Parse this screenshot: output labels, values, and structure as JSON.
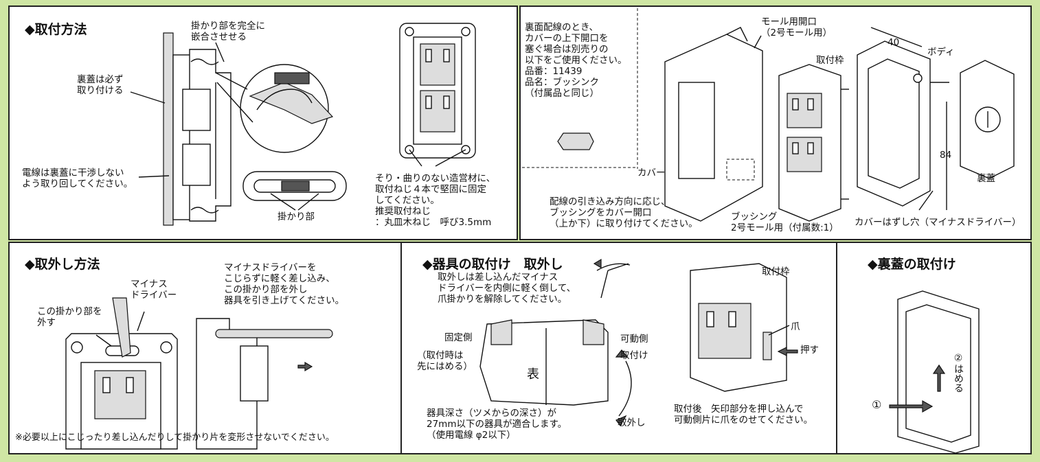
{
  "panels": {
    "mount": {
      "title": "◆取付方法",
      "back_cover_note": "裏蓋は必ず\n取り付ける",
      "hook_fit_note": "掛かり部を完全に\n嵌合させせる",
      "wire_note": "電線は裏蓋に干渉しない\nよう取り回してください。",
      "hook_label": "掛かり部",
      "screw_note": "そり・曲りのない造営材に、\n取付ねじ４本で堅固に固定\nしてください。\n推奨取付ねじ\n：丸皿木ねじ　呼び3.5mm"
    },
    "components": {
      "rear_wiring_note": "裏面配線のとき、\nカバーの上下開口を\n塞ぐ場合は別売りの\n以下をご使用ください。\n品番：11439\n品名：ブッシンク\n（付属品と同じ）",
      "mall_opening": "モール用開口\n（2号モール用）",
      "frame_label": "取付枠",
      "dim_40": "40",
      "body_label": "ボディ",
      "dim_84": "84",
      "back_cover_label": "裏蓋",
      "cover_label": "カバー",
      "bushing_note": "配線の引き込み方向に応じ、\nブッシングをカバー開口\n（上か下）に取り付けてください。",
      "bushing_label": "ブッシング\n2号モール用（付属数:1）",
      "removal_hole": "カバーはずし穴（マイナスドライバー）"
    },
    "removal": {
      "title": "◆取外し方法",
      "driver_label": "マイナス\nドライバー",
      "hook_release": "この掛かり部を\n外す",
      "instruction": "マイナスドライバーを\nこじらずに軽く差し込み、\nこの掛かり部を外し\n器具を引き上げてください。",
      "warning": "※必要以上にこじったり差し込んだりして掛かり片を変形させないでください。"
    },
    "fixture": {
      "title": "◆器具の取付け　取外し",
      "release_note": "取外しは差し込んだマイナス\nドライバーを内側に軽く倒して、\n爪掛かりを解除してください。",
      "fixed_side": "固定側",
      "fixed_side_note": "（取付時は\n先にはめる）",
      "movable_side": "可動側",
      "attach": "取付け",
      "detach": "取外し",
      "front_mark": "表",
      "depth_note": "器具深さ（ツメからの深さ）が\n27mm以下の器具が適合します。\n（使用電線 φ2以下）",
      "frame_label": "取付枠",
      "claw": "爪",
      "push": "押す",
      "after_note": "取付後　矢印部分を押し込んで\n可動側片に爪をのせてください。"
    },
    "backcover": {
      "title": "◆裏蓋の取付け",
      "step1": "①",
      "step2": "②はめる"
    }
  }
}
